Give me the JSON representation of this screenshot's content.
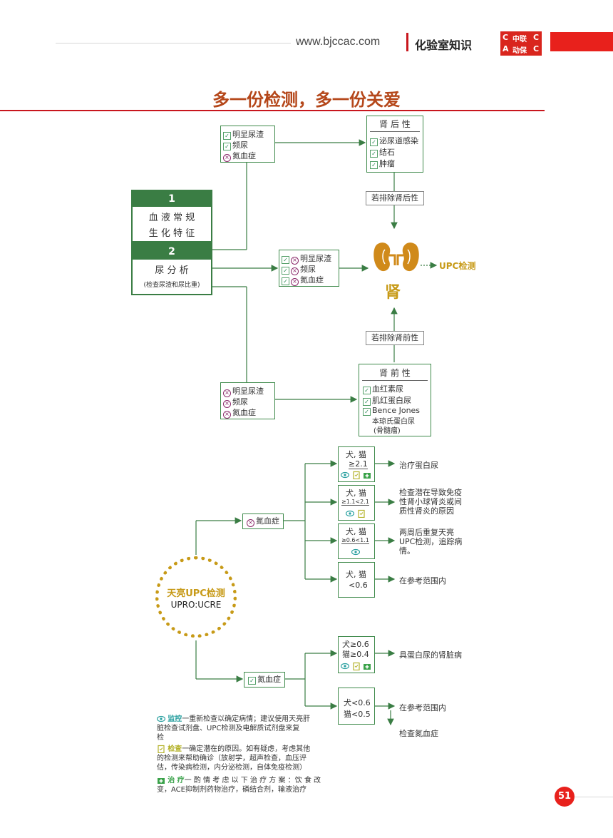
{
  "header": {
    "site": "www.bjccac.com",
    "section": "化验室知识",
    "logo": {
      "c1": "C",
      "a1": "A",
      "t1": "中联",
      "t2": "动保",
      "c2": "C",
      "c3": "C"
    }
  },
  "title": "多一份检测，多一份关爱",
  "tests": {
    "t1": {
      "num": "1",
      "line1": "血 液 常 规",
      "line2": "生 化 特 征"
    },
    "t2": {
      "num": "2",
      "line1": "尿 分 析",
      "line2": "(检查尿渣和尿比重)"
    }
  },
  "top_symptoms": [
    "明显尿渣",
    "频尿",
    "氮血症"
  ],
  "mid_symptoms": [
    "明显尿渣",
    "频尿",
    "氮血症"
  ],
  "bot_symptoms": [
    "明显尿渣",
    "频尿",
    "氮血症"
  ],
  "post_renal": {
    "title": "肾 后 性",
    "items": [
      "泌尿道感染",
      "结石",
      "肿瘤"
    ]
  },
  "pre_renal": {
    "title": "肾 前 性",
    "items": [
      "血红素尿",
      "肌红蛋白尿",
      "Bence Jones",
      "本琼氏蛋白尿",
      "(骨髓瘤)"
    ]
  },
  "exclude_post": "若排除肾后性",
  "exclude_pre": "若排除肾前性",
  "kidney_label": "肾",
  "upc_test": "UPC检测",
  "upc_circle": {
    "line1": "天亮UPC检测",
    "line2": "UPRO:UCRE"
  },
  "azotemia_no": "氮血症",
  "azotemia_yes": "氮血症",
  "upc_rows": [
    {
      "species": "犬, 猫",
      "range": "≥2.1",
      "result": [
        "治疗蛋白尿"
      ]
    },
    {
      "species": "犬, 猫",
      "range": "≥1.1<2.1",
      "result": [
        "检查潜在导致免疫",
        "性肾小球肾炎或间",
        "质性肾炎的原因"
      ]
    },
    {
      "species": "犬, 猫",
      "range": "≥0.6<1.1",
      "result": [
        "两周后重复天亮",
        "UPC检测，追踪病",
        "情。"
      ]
    },
    {
      "species": "犬, 猫",
      "range": "<0.6",
      "result": [
        "在参考范围内"
      ]
    }
  ],
  "azo_rows": [
    {
      "line1": "犬≥0.6",
      "line2": "猫≥0.4",
      "result": "具蛋白尿的肾脏病"
    },
    {
      "line1": "犬<0.6",
      "line2": "猫<0.5",
      "result": "在参考范围内",
      "result2": "检查氮血症"
    }
  ],
  "legend": [
    {
      "key": "监控",
      "text1": "一重新检查以确定病情；建议使用天亮肝",
      "text2": "脏检查试剂盘、UPC检测及电解质试剂盘来复",
      "text3": "检"
    },
    {
      "key": "检查",
      "text1": "一确定潜在的原因。如有疑虑，考虑其他",
      "text2": "的检测来帮助确诊（放射学，超声检查，血压评",
      "text3": "估，传染病检测，内分泌检测，自体免疫检测）"
    },
    {
      "key": "治 疗",
      "text1": "一 酌 情 考 虑 以 下 治 疗 方 案 ：饮 食 改",
      "text2": "变，ACE抑制剂药物治疗，磷结合剂，输液治疗",
      "text3": ""
    }
  ],
  "page_number": "51",
  "colors": {
    "green": "#3a7d44",
    "red": "#e8211c",
    "gold": "#c79a17",
    "orange": "#d08a1a"
  }
}
